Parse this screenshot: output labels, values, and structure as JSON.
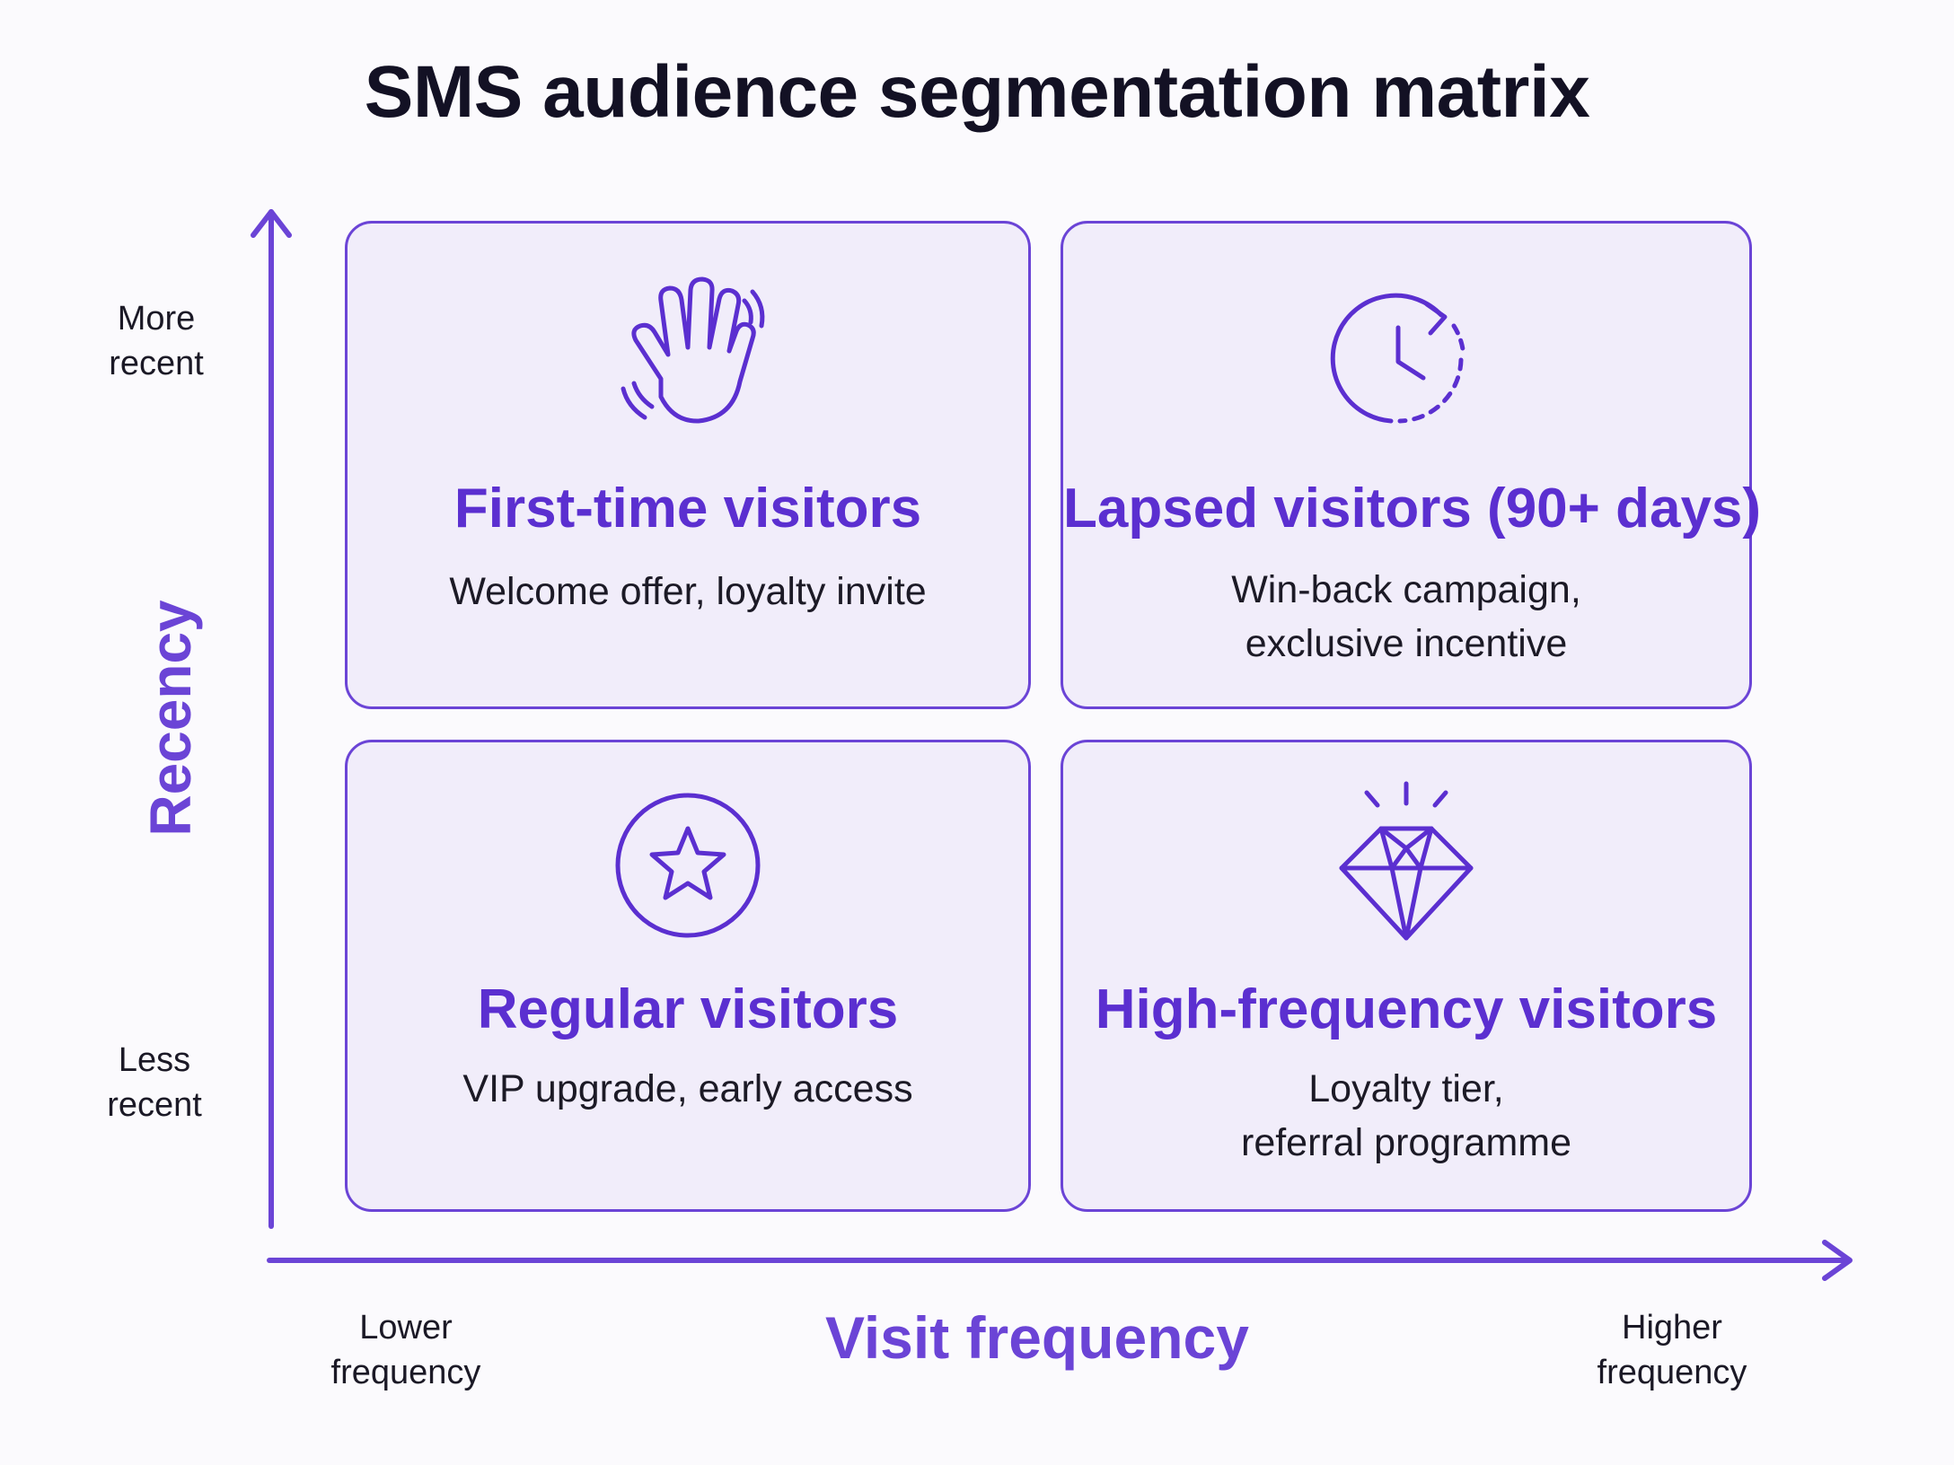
{
  "title": "SMS audience segmentation matrix",
  "colors": {
    "accent": "#6b44d6",
    "cell_fill": "#f1edfa",
    "cell_title": "#5b2fd0",
    "text": "#1c1a26"
  },
  "y_axis": {
    "title": "Recency",
    "top_label": "More\nrecent",
    "bottom_label": "Less\nrecent"
  },
  "x_axis": {
    "title": "Visit frequency",
    "left_label": "Lower\nfrequency",
    "right_label": "Higher\nfrequency"
  },
  "quadrants": {
    "top_left": {
      "icon": "waving-hand-icon",
      "title": "First-time visitors",
      "description": "Welcome offer, loyalty invite"
    },
    "top_right": {
      "icon": "clock-refresh-icon",
      "title": "Lapsed visitors (90+ days)",
      "description": "Win-back campaign,\nexclusive incentive"
    },
    "bottom_left": {
      "icon": "star-badge-icon",
      "title": "Regular visitors",
      "description": "VIP upgrade, early access"
    },
    "bottom_right": {
      "icon": "diamond-icon",
      "title": "High-frequency visitors",
      "description": "Loyalty tier,\nreferral programme"
    }
  }
}
